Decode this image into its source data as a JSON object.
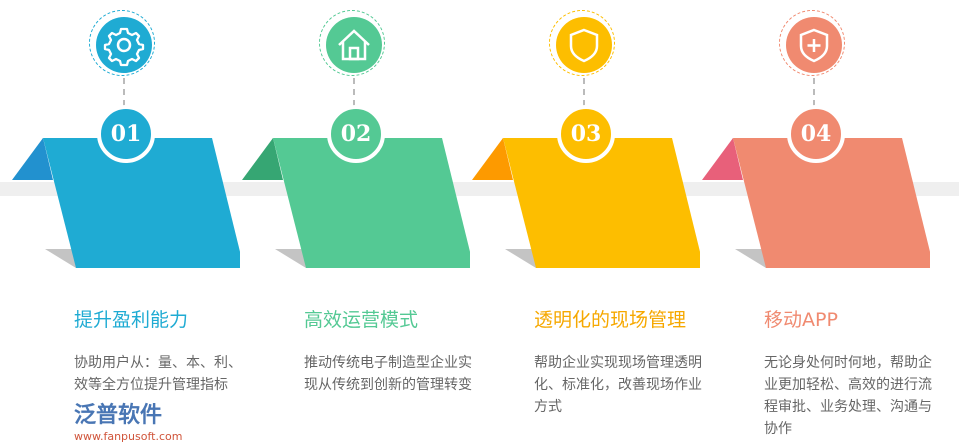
{
  "steps": [
    {
      "number": "01",
      "icon": "gear-icon",
      "title": "提升盈利能力",
      "desc": "协助用户从：量、本、利、效等全方位提升管理指标",
      "color": "#1fabd3",
      "dark": "#2291cf"
    },
    {
      "number": "02",
      "icon": "house-icon",
      "title": "高效运营模式",
      "desc": "推动传统电子制造型企业实现从传统到创新的管理转变",
      "color": "#54c994",
      "dark": "#36a673"
    },
    {
      "number": "03",
      "icon": "shield-icon",
      "title": "透明化的现场管理",
      "desc": "帮助企业实现现场管理透明化、标准化，改善现场作业方式",
      "color": "#fdbe00",
      "dark": "#fd9a00"
    },
    {
      "number": "04",
      "icon": "shield-plus-icon",
      "title": "移动APP",
      "desc": "无论身处何时何地，帮助企业更加轻松、高效的进行流程审批、业务处理、沟通与协作",
      "color": "#f08a70",
      "dark": "#e8607a"
    }
  ],
  "watermark": {
    "name": "泛普软件",
    "url": "www.fanpusoft.com"
  }
}
